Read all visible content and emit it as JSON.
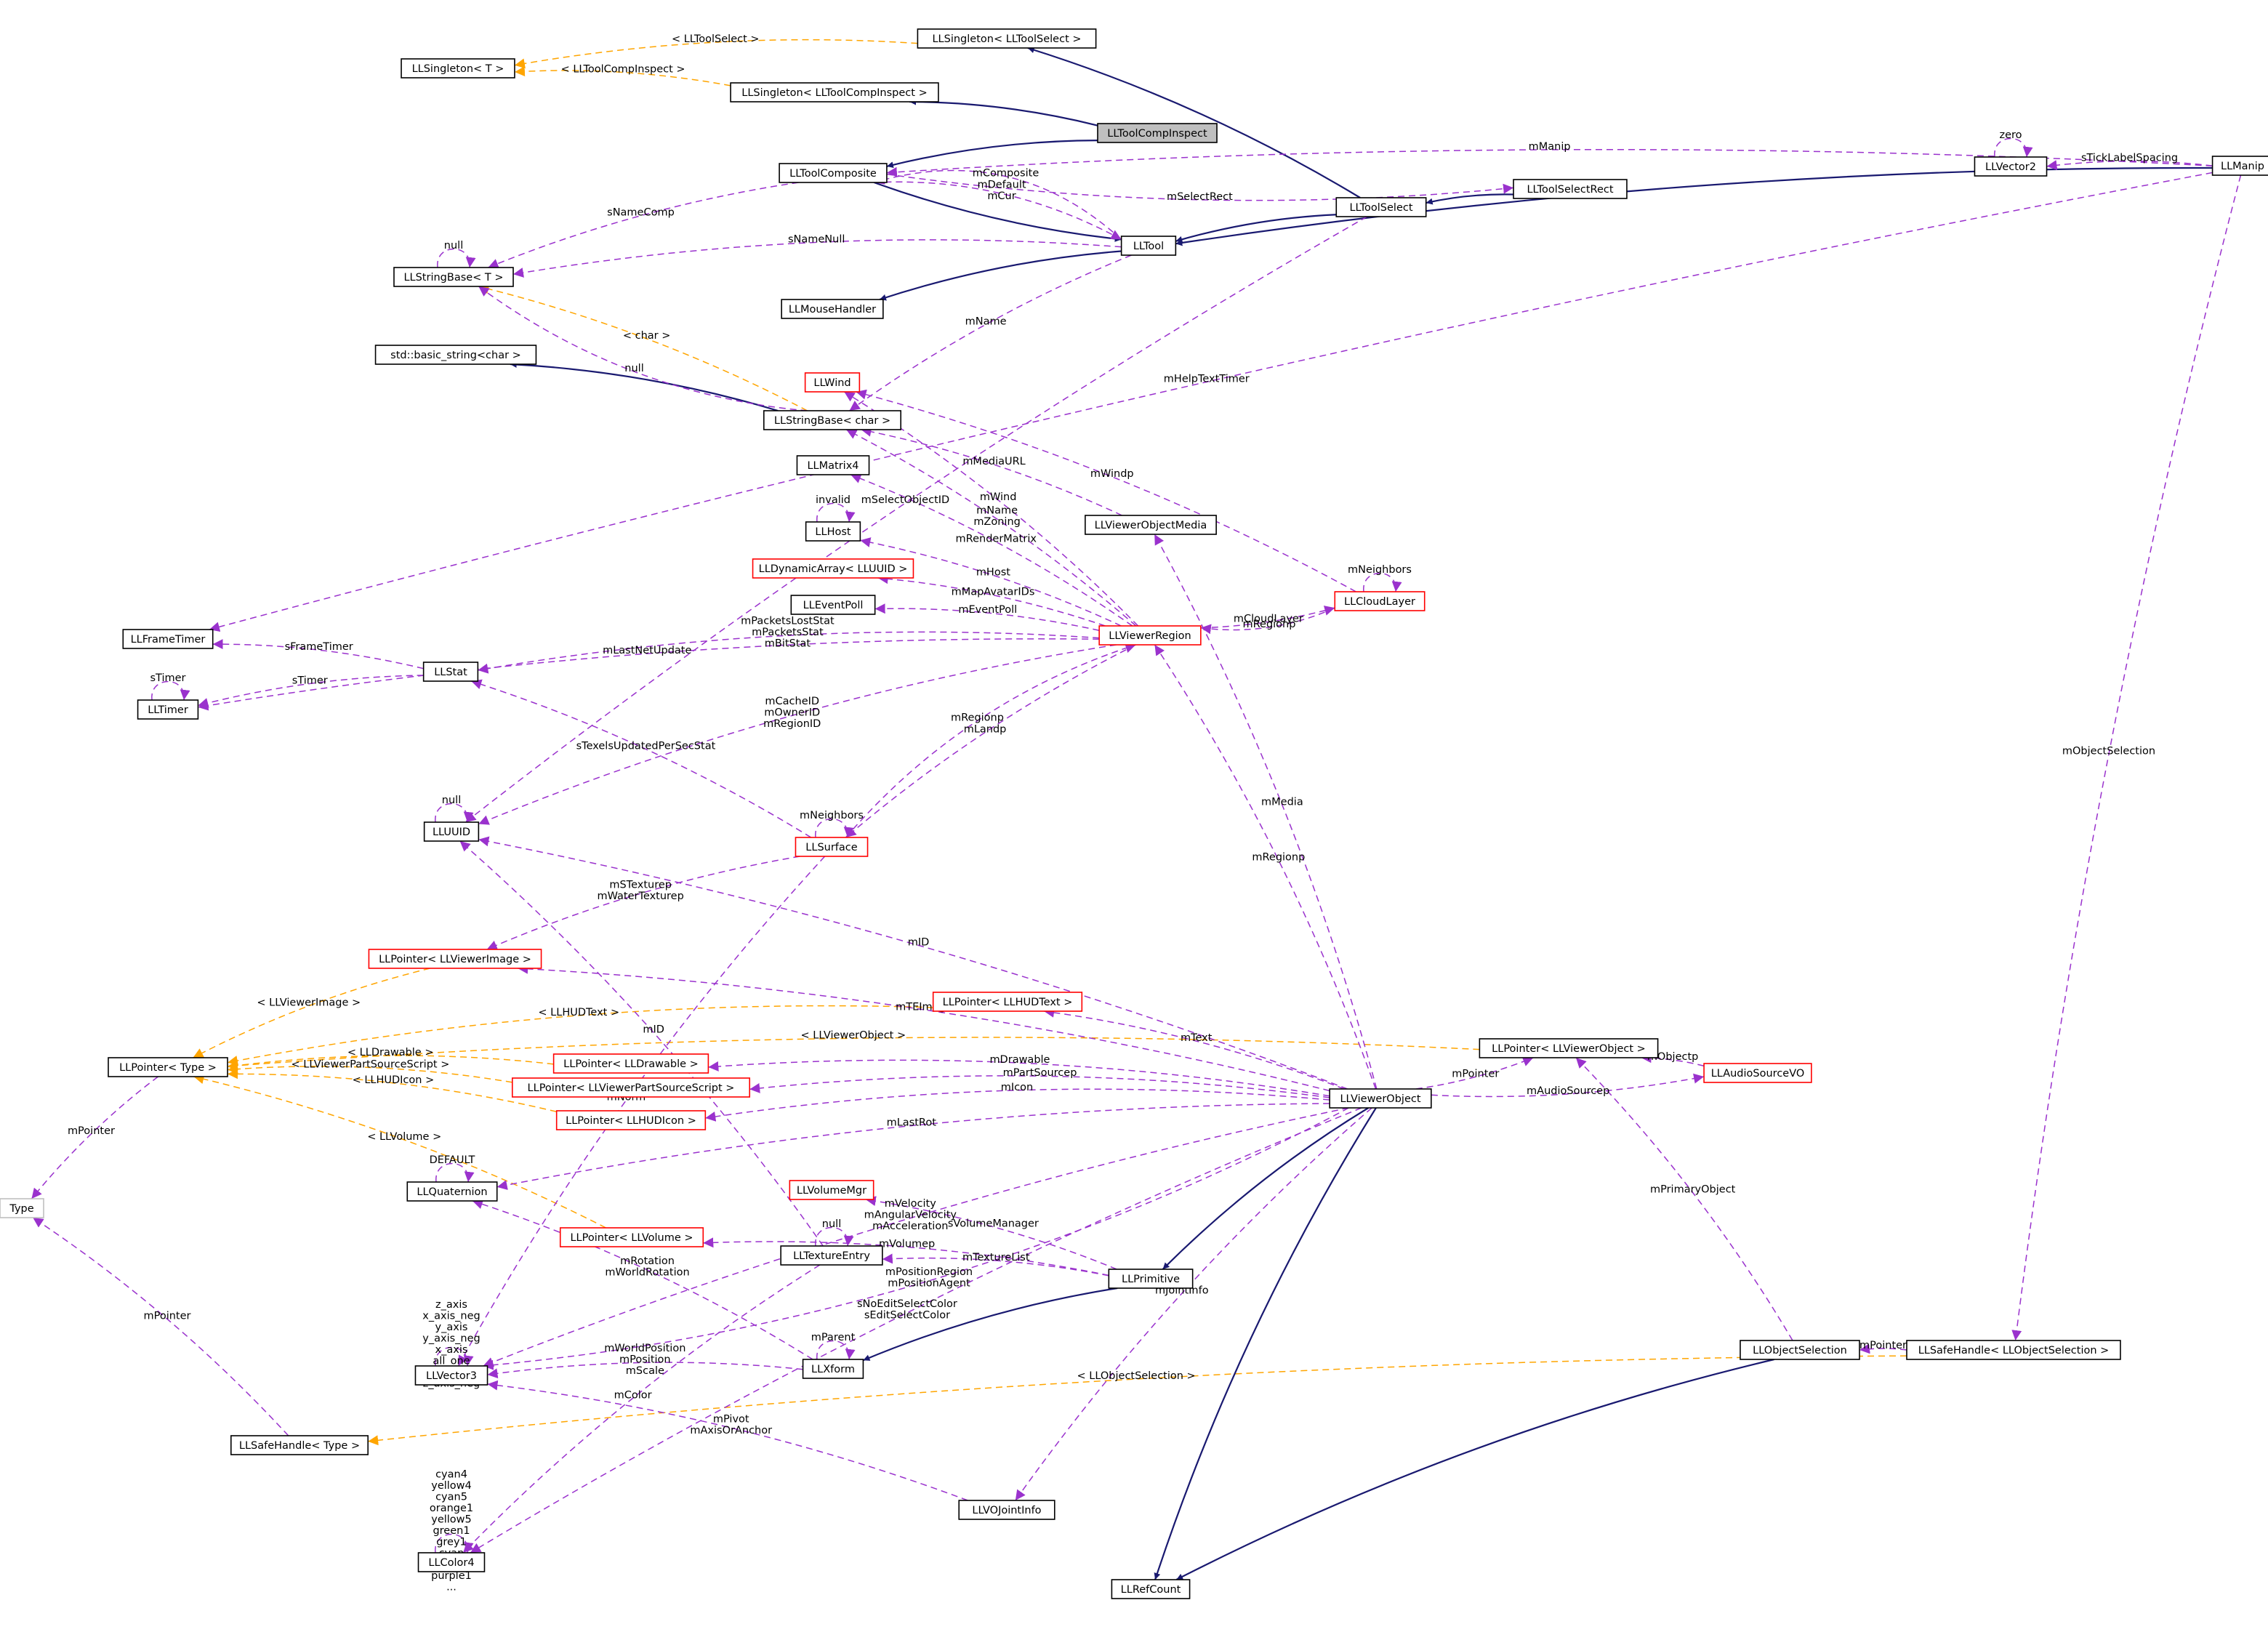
{
  "colors": {
    "inheritance": "#191970",
    "usage": "#9a32cd",
    "template": "#ffa500",
    "node_border": "#000000",
    "node_border_incomplete": "#ff0000",
    "node_border_external": "#bfbfbf",
    "highlight_fill": "#bfbfbf",
    "label_text": "#000000"
  },
  "nodes": [
    {
      "id": "LLToolCompInspect",
      "label": "LLToolCompInspect",
      "style": "highlight"
    },
    {
      "id": "LLToolComposite",
      "label": "LLToolComposite",
      "style": "normal"
    },
    {
      "id": "LLSingletonLLToolCompInspect",
      "label": "LLSingleton< LLToolCompInspect >",
      "style": "normal"
    },
    {
      "id": "LLSingletonT",
      "label": "LLSingleton< T >",
      "style": "normal"
    },
    {
      "id": "LLSingletonLLToolSelect",
      "label": "LLSingleton< LLToolSelect >",
      "style": "normal"
    },
    {
      "id": "LLToolSelect",
      "label": "LLToolSelect",
      "style": "normal"
    },
    {
      "id": "LLToolSelectRect",
      "label": "LLToolSelectRect",
      "style": "normal"
    },
    {
      "id": "LLTool",
      "label": "LLTool",
      "style": "normal"
    },
    {
      "id": "LLMouseHandler",
      "label": "LLMouseHandler",
      "style": "normal"
    },
    {
      "id": "LLManip",
      "label": "LLManip",
      "style": "normal"
    },
    {
      "id": "LLVector2",
      "label": "LLVector2",
      "style": "normal"
    },
    {
      "id": "LLStringBaseT",
      "label": "LLStringBase< T >",
      "style": "normal"
    },
    {
      "id": "stdbasicstring",
      "label": "std::basic_string<char >",
      "style": "normal"
    },
    {
      "id": "LLWind",
      "label": "LLWind",
      "style": "incomplete"
    },
    {
      "id": "LLStringBaseChar",
      "label": "LLStringBase< char >",
      "style": "normal"
    },
    {
      "id": "LLMatrix4",
      "label": "LLMatrix4",
      "style": "normal"
    },
    {
      "id": "LLViewerObjectMedia",
      "label": "LLViewerObjectMedia",
      "style": "normal"
    },
    {
      "id": "LLHost",
      "label": "LLHost",
      "style": "normal"
    },
    {
      "id": "LLDynamicArray",
      "label": "LLDynamicArray< LLUUID >",
      "style": "incomplete"
    },
    {
      "id": "LLEventPoll",
      "label": "LLEventPoll",
      "style": "normal"
    },
    {
      "id": "LLCloudLayer",
      "label": "LLCloudLayer",
      "style": "incomplete"
    },
    {
      "id": "LLViewerRegion",
      "label": "LLViewerRegion",
      "style": "incomplete"
    },
    {
      "id": "LLFrameTimer",
      "label": "LLFrameTimer",
      "style": "normal"
    },
    {
      "id": "LLStat",
      "label": "LLStat",
      "style": "normal"
    },
    {
      "id": "LLTimer",
      "label": "LLTimer",
      "style": "normal"
    },
    {
      "id": "LLUUID",
      "label": "LLUUID",
      "style": "normal"
    },
    {
      "id": "LLSurface",
      "label": "LLSurface",
      "style": "incomplete"
    },
    {
      "id": "LLPointerViewerImage",
      "label": "LLPointer< LLViewerImage >",
      "style": "incomplete"
    },
    {
      "id": "LLPointerHUDText",
      "label": "LLPointer< LLHUDText >",
      "style": "incomplete"
    },
    {
      "id": "LLPointerType",
      "label": "LLPointer< Type >",
      "style": "normal"
    },
    {
      "id": "LLPointerDrawable",
      "label": "LLPointer< LLDrawable >",
      "style": "incomplete"
    },
    {
      "id": "LLPointerPartSource",
      "label": "LLPointer< LLViewerPartSourceScript >",
      "style": "incomplete"
    },
    {
      "id": "LLPointerHUDIcon",
      "label": "LLPointer< LLHUDIcon >",
      "style": "incomplete"
    },
    {
      "id": "LLPointerViewerObject",
      "label": "LLPointer< LLViewerObject >",
      "style": "normal"
    },
    {
      "id": "LLAudioSourceVO",
      "label": "LLAudioSourceVO",
      "style": "incomplete"
    },
    {
      "id": "LLViewerObject",
      "label": "LLViewerObject",
      "style": "normal"
    },
    {
      "id": "Type",
      "label": "Type",
      "style": "external"
    },
    {
      "id": "LLQuaternion",
      "label": "LLQuaternion",
      "style": "normal"
    },
    {
      "id": "LLVolumeMgr",
      "label": "LLVolumeMgr",
      "style": "incomplete"
    },
    {
      "id": "LLPointerVolume",
      "label": "LLPointer< LLVolume >",
      "style": "incomplete"
    },
    {
      "id": "LLTextureEntry",
      "label": "LLTextureEntry",
      "style": "normal"
    },
    {
      "id": "LLPrimitive",
      "label": "LLPrimitive",
      "style": "normal"
    },
    {
      "id": "LLVector3",
      "label": "LLVector3",
      "style": "normal"
    },
    {
      "id": "LLXform",
      "label": "LLXform",
      "style": "normal"
    },
    {
      "id": "LLObjectSelection",
      "label": "LLObjectSelection",
      "style": "normal"
    },
    {
      "id": "LLSafeHandleObjSel",
      "label": "LLSafeHandle< LLObjectSelection >",
      "style": "normal"
    },
    {
      "id": "LLSafeHandleType",
      "label": "LLSafeHandle< Type >",
      "style": "normal"
    },
    {
      "id": "LLVOJointInfo",
      "label": "LLVOJointInfo",
      "style": "normal"
    },
    {
      "id": "LLColor4",
      "label": "LLColor4",
      "style": "normal"
    },
    {
      "id": "LLRefCount",
      "label": "LLRefCount",
      "style": "normal"
    }
  ],
  "edges": [
    {
      "kind": "inheritance",
      "from": "LLToolCompInspect",
      "to": "LLToolComposite"
    },
    {
      "kind": "inheritance",
      "from": "LLToolCompInspect",
      "to": "LLSingletonLLToolCompInspect"
    },
    {
      "kind": "template",
      "from": "LLSingletonLLToolCompInspect",
      "to": "LLSingletonT",
      "label": "< LLToolCompInspect >"
    },
    {
      "kind": "template",
      "from": "LLSingletonLLToolSelect",
      "to": "LLSingletonT",
      "label": "< LLToolSelect >"
    },
    {
      "kind": "inheritance",
      "from": "LLToolSelect",
      "to": "LLSingletonLLToolSelect"
    },
    {
      "kind": "inheritance",
      "from": "LLToolSelect",
      "to": "LLTool"
    },
    {
      "kind": "inheritance",
      "from": "LLToolSelectRect",
      "to": "LLToolSelect"
    },
    {
      "kind": "inheritance",
      "from": "LLToolComposite",
      "to": "LLTool"
    },
    {
      "kind": "inheritance",
      "from": "LLTool",
      "to": "LLMouseHandler"
    },
    {
      "kind": "inheritance",
      "from": "LLManip",
      "to": "LLTool"
    },
    {
      "kind": "inheritance",
      "from": "LLStringBaseChar",
      "to": "stdbasicstring"
    },
    {
      "kind": "template",
      "from": "LLStringBaseChar",
      "to": "LLStringBaseT",
      "label": "< char >"
    },
    {
      "kind": "template",
      "from": "LLPointerViewerImage",
      "to": "LLPointerType",
      "label": "< LLViewerImage >"
    },
    {
      "kind": "template",
      "from": "LLPointerHUDText",
      "to": "LLPointerType",
      "label": "< LLHUDText >"
    },
    {
      "kind": "template",
      "from": "LLPointerDrawable",
      "to": "LLPointerType",
      "label": "< LLDrawable >"
    },
    {
      "kind": "template",
      "from": "LLPointerPartSource",
      "to": "LLPointerType",
      "label": "< LLViewerPartSourceScript >"
    },
    {
      "kind": "template",
      "from": "LLPointerHUDIcon",
      "to": "LLPointerType",
      "label": "< LLHUDIcon >"
    },
    {
      "kind": "template",
      "from": "LLPointerVolume",
      "to": "LLPointerType",
      "label": "< LLVolume >"
    },
    {
      "kind": "template",
      "from": "LLPointerViewerObject",
      "to": "LLPointerType",
      "label": "< LLViewerObject >"
    },
    {
      "kind": "template",
      "from": "LLSafeHandleObjSel",
      "to": "LLSafeHandleType",
      "label": "< LLObjectSelection >"
    },
    {
      "kind": "inheritance",
      "from": "LLViewerObject",
      "to": "LLPrimitive"
    },
    {
      "kind": "inheritance",
      "from": "LLViewerObject",
      "to": "LLRefCount"
    },
    {
      "kind": "inheritance",
      "from": "LLPrimitive",
      "to": "LLXform"
    },
    {
      "kind": "inheritance",
      "from": "LLObjectSelection",
      "to": "LLRefCount"
    },
    {
      "kind": "usage",
      "from": "LLManip",
      "to": "LLFrameTimer",
      "label": "mHelpTextTimer"
    },
    {
      "kind": "usage",
      "from": "LLManip",
      "to": "LLToolComposite",
      "label": "mManip"
    },
    {
      "kind": "usage",
      "from": "LLManip",
      "to": "LLVector2",
      "label": "sTickLabelSpacing"
    },
    {
      "kind": "usage",
      "from": "LLManip",
      "to": "LLSafeHandleObjSel",
      "label": "mObjectSelection"
    },
    {
      "kind": "usage",
      "from": "LLVector2",
      "to": "LLVector2",
      "label": "zero"
    },
    {
      "kind": "usage",
      "from": "LLToolComposite",
      "to": "LLToolSelectRect",
      "label": "mSelectRect"
    },
    {
      "kind": "usage",
      "from": "LLToolComposite",
      "to": "LLTool",
      "label": "mDefault\nmCur"
    },
    {
      "kind": "usage",
      "from": "LLTool",
      "to": "LLToolComposite",
      "label": "mComposite"
    },
    {
      "kind": "usage",
      "from": "LLToolComposite",
      "to": "LLStringBaseT",
      "label": "sNameComp"
    },
    {
      "kind": "usage",
      "from": "LLStringBaseT",
      "to": "LLStringBaseT",
      "label": "null"
    },
    {
      "kind": "usage",
      "from": "LLTool",
      "to": "LLStringBaseT",
      "label": "sNameNull"
    },
    {
      "kind": "usage",
      "from": "LLStringBaseChar",
      "to": "LLStringBaseT",
      "label": "null"
    },
    {
      "kind": "usage",
      "from": "LLToolSelect",
      "to": "LLUUID",
      "label": "mSelectObjectID"
    },
    {
      "kind": "usage",
      "from": "LLViewerRegion",
      "to": "LLWind",
      "label": "mWind"
    },
    {
      "kind": "usage",
      "from": "LLCloudLayer",
      "to": "LLWind",
      "label": "mWindp"
    },
    {
      "kind": "usage",
      "from": "LLTool",
      "to": "LLStringBaseChar",
      "label": "mName"
    },
    {
      "kind": "usage",
      "from": "LLViewerObjectMedia",
      "to": "LLStringBaseChar",
      "label": "mMediaURL"
    },
    {
      "kind": "usage",
      "from": "LLViewerRegion",
      "to": "LLStringBaseChar",
      "label": "mName\nmZoning"
    },
    {
      "kind": "usage",
      "from": "LLViewerRegion",
      "to": "LLMatrix4",
      "label": "mRenderMatrix"
    },
    {
      "kind": "usage",
      "from": "LLHost",
      "to": "LLHost",
      "label": "invalid"
    },
    {
      "kind": "usage",
      "from": "LLViewerRegion",
      "to": "LLHost",
      "label": "mHost"
    },
    {
      "kind": "usage",
      "from": "LLViewerRegion",
      "to": "LLDynamicArray",
      "label": "mMapAvatarIDs"
    },
    {
      "kind": "usage",
      "from": "LLViewerRegion",
      "to": "LLEventPoll",
      "label": "mEventPoll"
    },
    {
      "kind": "usage",
      "from": "LLViewerRegion",
      "to": "LLCloudLayer",
      "label": "mCloudLayer"
    },
    {
      "kind": "usage",
      "from": "LLCloudLayer",
      "to": "LLCloudLayer",
      "label": "mNeighbors"
    },
    {
      "kind": "usage",
      "from": "LLCloudLayer",
      "to": "LLViewerRegion",
      "label": "mRegionp"
    },
    {
      "kind": "usage",
      "from": "LLViewerRegion",
      "to": "LLStat",
      "label": "mPacketsLostStat\nmPacketsStat\nmBitStat"
    },
    {
      "kind": "usage",
      "from": "LLStat",
      "to": "LLFrameTimer",
      "label": "sFrameTimer"
    },
    {
      "kind": "usage",
      "from": "LLStat",
      "to": "LLTimer",
      "label": "sTimer"
    },
    {
      "kind": "usage",
      "from": "LLTimer",
      "to": "LLTimer",
      "label": "sTimer"
    },
    {
      "kind": "usage",
      "from": "LLViewerRegion",
      "to": "LLTimer",
      "label": "mLastNetUpdate"
    },
    {
      "kind": "usage",
      "from": "LLSurface",
      "to": "LLStat",
      "label": "sTexelsUpdatedPerSecStat"
    },
    {
      "kind": "usage",
      "from": "LLViewerRegion",
      "to": "LLUUID",
      "label": "mCacheID\nmOwnerID\nmRegionID"
    },
    {
      "kind": "usage",
      "from": "LLUUID",
      "to": "LLUUID",
      "label": "null"
    },
    {
      "kind": "usage",
      "from": "LLViewerRegion",
      "to": "LLSurface",
      "label": "mLandp"
    },
    {
      "kind": "usage",
      "from": "LLSurface",
      "to": "LLSurface",
      "label": "mNeighbors"
    },
    {
      "kind": "usage",
      "from": "LLSurface",
      "to": "LLViewerRegion",
      "label": "mRegionp"
    },
    {
      "kind": "usage",
      "from": "LLViewerObject",
      "to": "LLViewerRegion",
      "label": "mRegionp"
    },
    {
      "kind": "usage",
      "from": "LLViewerObject",
      "to": "LLViewerObjectMedia",
      "label": "mMedia"
    },
    {
      "kind": "usage",
      "from": "LLSurface",
      "to": "LLPointerViewerImage",
      "label": "mSTexturep\nmWaterTexturep"
    },
    {
      "kind": "usage",
      "from": "LLSurface",
      "to": "LLVector3",
      "label": "mNorm"
    },
    {
      "kind": "usage",
      "from": "LLViewerObject",
      "to": "LLUUID",
      "label": "mID"
    },
    {
      "kind": "usage",
      "from": "LLViewerObject",
      "to": "LLPointerViewerImage",
      "label": "mTEImages"
    },
    {
      "kind": "usage",
      "from": "LLViewerObject",
      "to": "LLPointerHUDText",
      "label": "mText"
    },
    {
      "kind": "usage",
      "from": "LLTextureEntry",
      "to": "LLUUID",
      "label": "mID"
    },
    {
      "kind": "usage",
      "from": "LLViewerObject",
      "to": "LLPointerDrawable",
      "label": "mDrawable"
    },
    {
      "kind": "usage",
      "from": "LLViewerObject",
      "to": "LLPointerPartSource",
      "label": "mPartSourcep"
    },
    {
      "kind": "usage",
      "from": "LLViewerObject",
      "to": "LLPointerHUDIcon",
      "label": "mIcon"
    },
    {
      "kind": "usage",
      "from": "LLViewerObject",
      "to": "LLQuaternion",
      "label": "mLastRot"
    },
    {
      "kind": "usage",
      "from": "LLViewerObject",
      "to": "LLPointerViewerObject",
      "label": "mPointer"
    },
    {
      "kind": "usage",
      "from": "LLAudioSourceVO",
      "to": "LLPointerViewerObject",
      "label": "mObjectp"
    },
    {
      "kind": "usage",
      "from": "LLViewerObject",
      "to": "LLAudioSourceVO",
      "label": "mAudioSourcep"
    },
    {
      "kind": "usage",
      "from": "LLObjectSelection",
      "to": "LLPointerViewerObject",
      "label": "mPrimaryObject"
    },
    {
      "kind": "usage",
      "from": "LLPointerType",
      "to": "Type",
      "label": "mPointer"
    },
    {
      "kind": "usage",
      "from": "LLSafeHandleType",
      "to": "Type",
      "label": "mPointer"
    },
    {
      "kind": "usage",
      "from": "LLQuaternion",
      "to": "LLQuaternion",
      "label": "DEFAULT"
    },
    {
      "kind": "usage",
      "from": "LLPrimitive",
      "to": "LLVolumeMgr",
      "label": "sVolumeManager"
    },
    {
      "kind": "usage",
      "from": "LLPrimitive",
      "to": "LLPointerVolume",
      "label": "mVolumep"
    },
    {
      "kind": "usage",
      "from": "LLPrimitive",
      "to": "LLTextureEntry",
      "label": "mTextureList"
    },
    {
      "kind": "usage",
      "from": "LLTextureEntry",
      "to": "LLTextureEntry",
      "label": "null"
    },
    {
      "kind": "usage",
      "from": "LLXform",
      "to": "LLXform",
      "label": "mParent"
    },
    {
      "kind": "usage",
      "from": "LLXform",
      "to": "LLQuaternion",
      "label": "mRotation\nmWorldRotation"
    },
    {
      "kind": "usage",
      "from": "LLXform",
      "to": "LLVector3",
      "label": "mWorldPosition\nmPosition\nmScale"
    },
    {
      "kind": "usage",
      "from": "LLVector3",
      "to": "LLVector3",
      "label": "z_axis\nx_axis_neg\ny_axis\ny_axis_neg\nx_axis\nall_one\nzero\nz_axis_neg"
    },
    {
      "kind": "usage",
      "from": "LLTextureEntry",
      "to": "LLColor4",
      "label": "mColor"
    },
    {
      "kind": "usage",
      "from": "LLViewerObject",
      "to": "LLVector3",
      "label": "mVelocity\nmAngularVelocity\nmAcceleration"
    },
    {
      "kind": "usage",
      "from": "LLViewerObject",
      "to": "LLVector3",
      "label": "mPositionRegion\nmPositionAgent"
    },
    {
      "kind": "usage",
      "from": "LLSafeHandleObjSel",
      "to": "LLObjectSelection",
      "label": "mPointer"
    },
    {
      "kind": "usage",
      "from": "LLViewerObject",
      "to": "LLVOJointInfo",
      "label": "mJointInfo"
    },
    {
      "kind": "usage",
      "from": "LLVOJointInfo",
      "to": "LLVector3",
      "label": "mPivot\nmAxisOrAnchor"
    },
    {
      "kind": "usage",
      "from": "LLColor4",
      "to": "LLColor4",
      "label": "cyan4\nyellow4\ncyan5\norange1\nyellow5\ngreen1\ngrey1\ncyan\ncyan6\npurple1\n..."
    },
    {
      "kind": "usage",
      "from": "LLViewerObject",
      "to": "LLColor4",
      "label": "sNoEditSelectColor\nsEditSelectColor"
    }
  ]
}
